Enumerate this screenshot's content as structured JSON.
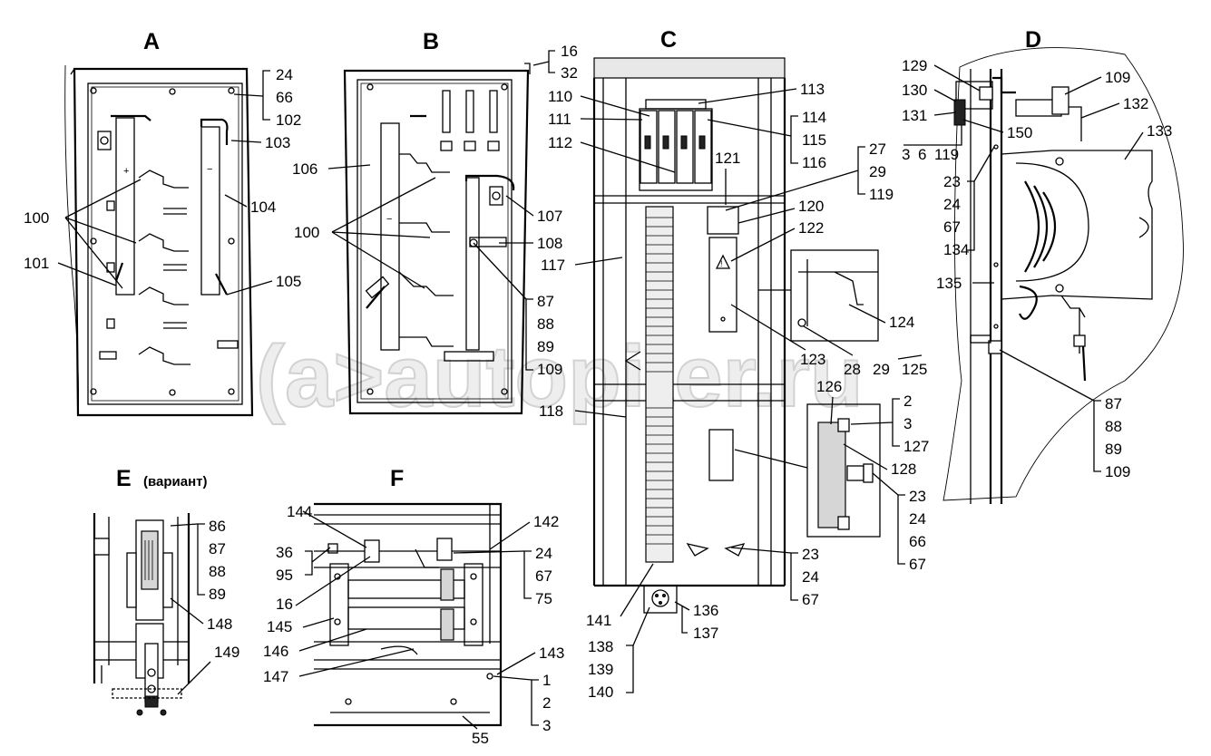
{
  "watermark": "(a>autopiter.ru",
  "views": {
    "A": {
      "title": "A"
    },
    "B": {
      "title": "B"
    },
    "C": {
      "title": "C"
    },
    "D": {
      "title": "D"
    },
    "E": {
      "title": "E",
      "subtitle": "(вариант)"
    },
    "F": {
      "title": "F"
    }
  },
  "callouts": {
    "A": {
      "stack_24": "24",
      "stack_66": "66",
      "stack_102": "102",
      "c103": "103",
      "c104": "104",
      "c100": "100",
      "c101": "101",
      "c105": "105"
    },
    "B": {
      "stack_16": "16",
      "stack_32": "32",
      "c106": "106",
      "c107": "107",
      "c100": "100",
      "c108": "108",
      "stack_87": "87",
      "stack_88": "88",
      "stack_89": "89",
      "stack_109": "109"
    },
    "C": {
      "c110": "110",
      "c111": "111",
      "c112": "112",
      "c113": "113",
      "stack_114": "114",
      "stack_115": "115",
      "stack_116": "116",
      "stack_27": "27",
      "stack_29": "29",
      "stack_119": "119",
      "c121": "121",
      "c120": "120",
      "c122": "122",
      "c117": "117",
      "c124": "124",
      "c123": "123",
      "c28": "28",
      "c29": "29",
      "c125": "125",
      "c126": "126",
      "stack_2": "2",
      "stack_3": "3",
      "stack_127": "127",
      "c128": "128",
      "c118": "118",
      "stack2_23": "23",
      "stack2_24": "24",
      "stack2_66": "66",
      "stack2_67": "67",
      "stack3_23": "23",
      "stack3_24": "24",
      "stack3_67": "67",
      "c141": "141",
      "c136": "136",
      "c137": "137",
      "stack_138": "138",
      "stack_139": "139",
      "stack_140": "140"
    },
    "D": {
      "c129": "129",
      "c130": "130",
      "c131": "131",
      "c109": "109",
      "c132": "132",
      "c150": "150",
      "c133": "133",
      "c3": "3",
      "c6": "6",
      "c119": "119",
      "stack_23": "23",
      "stack_24": "24",
      "stack_67": "67",
      "stack_134": "134",
      "c135": "135",
      "stack_87": "87",
      "stack_88": "88",
      "stack_89": "89",
      "stack_109": "109"
    },
    "E": {
      "stack_86": "86",
      "stack_87": "87",
      "stack_88": "88",
      "stack_89": "89",
      "c148": "148",
      "c149": "149"
    },
    "F": {
      "c144": "144",
      "c142": "142",
      "stack_36": "36",
      "stack_95": "95",
      "stack_24": "24",
      "stack_67": "67",
      "stack_75": "75",
      "c16": "16",
      "c145": "145",
      "c146": "146",
      "c143": "143",
      "c147": "147",
      "stack_1": "1",
      "stack_2": "2",
      "stack_3": "3",
      "c55": "55"
    }
  }
}
